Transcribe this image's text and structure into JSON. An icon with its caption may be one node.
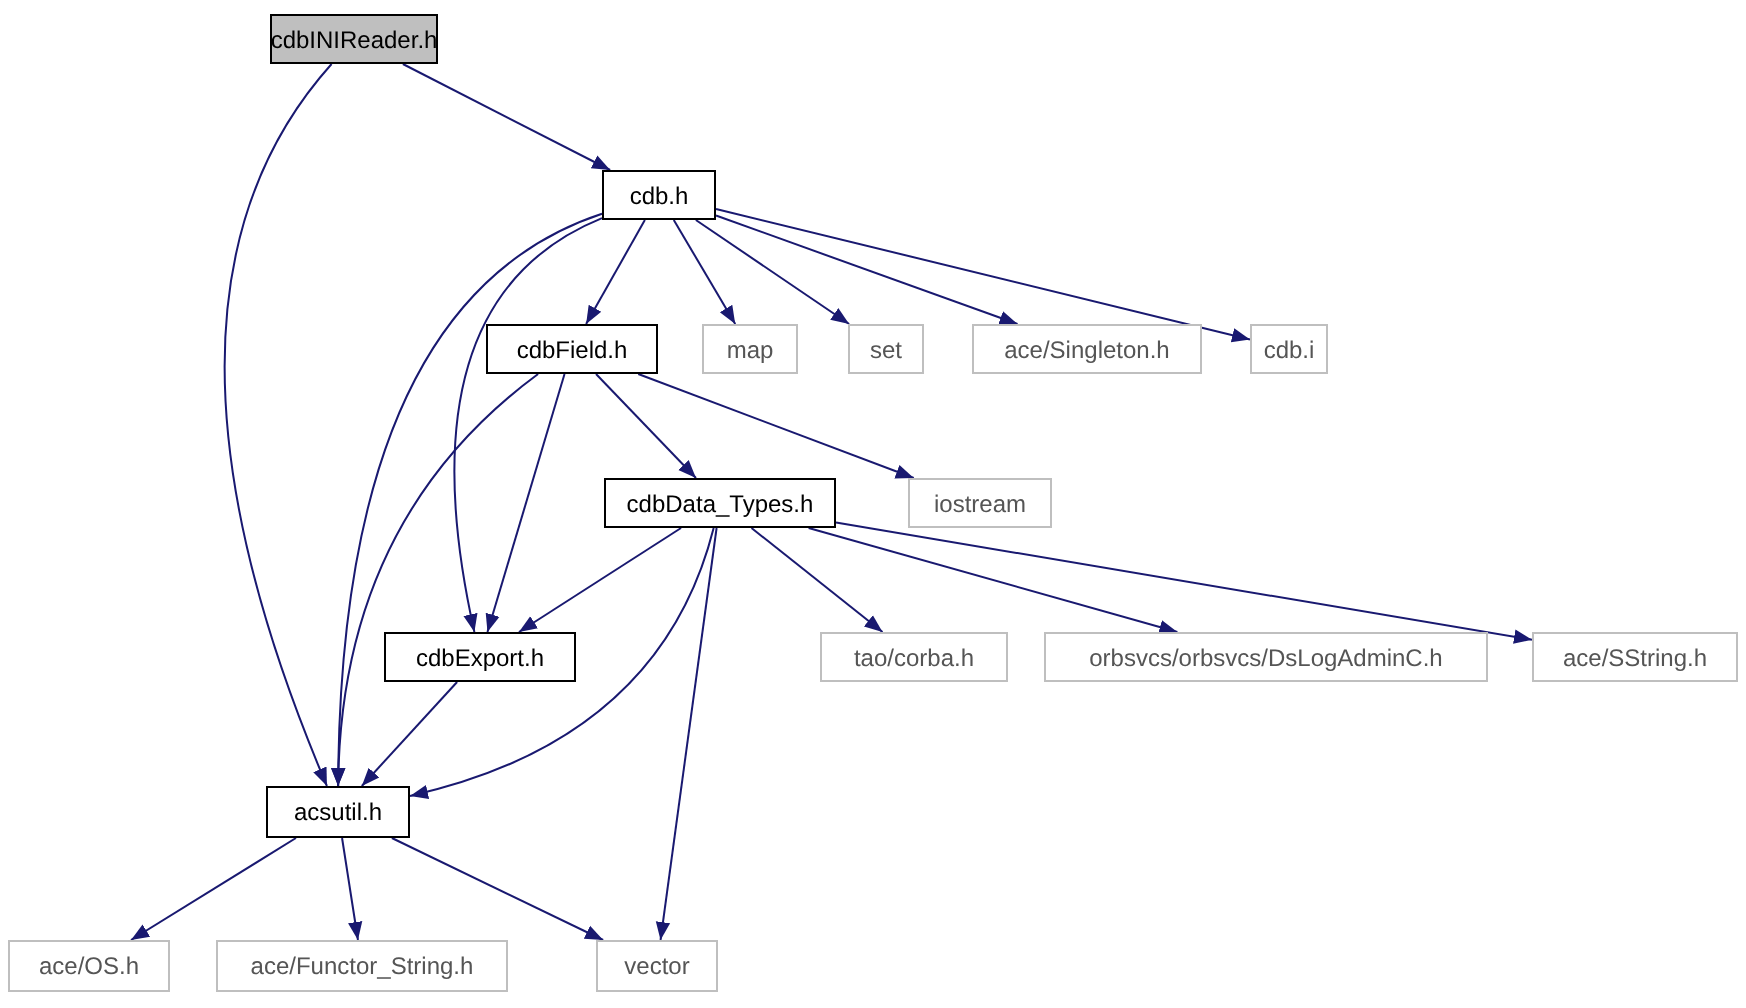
{
  "diagram": {
    "nodes": [
      {
        "text": [
          "cdbINIReader.h"
        ]
      },
      {
        "text": [
          "cdb.h"
        ]
      },
      {
        "text": [
          "cdbField.h"
        ]
      },
      {
        "text": [
          "map"
        ]
      },
      {
        "text": [
          "set"
        ]
      },
      {
        "text": [
          "ace/Singleton.h"
        ]
      },
      {
        "text": [
          "cdb.i"
        ]
      },
      {
        "text": [
          "iostream"
        ]
      },
      {
        "text": [
          "cdbData_Types.h"
        ]
      },
      {
        "text": [
          "cdbExport.h"
        ]
      },
      {
        "text": [
          "tao/corba.h"
        ]
      },
      {
        "text": [
          "orbsvcs/orbsvcs/DsLogAdminC.h"
        ]
      },
      {
        "text": [
          "ace/SString.h"
        ]
      },
      {
        "text": [
          "acsutil.h"
        ]
      },
      {
        "text": [
          "ace/OS.h"
        ]
      },
      {
        "text": [
          "ace/Functor_String.h"
        ]
      },
      {
        "text": [
          "vector"
        ]
      }
    ],
    "edges": [
      {
        "from": 0,
        "to": 1,
        "arrow": "to"
      },
      {
        "from": 0,
        "to": 13,
        "arrow": "to"
      },
      {
        "from": 1,
        "to": 2,
        "arrow": "to"
      },
      {
        "from": 1,
        "to": 3,
        "arrow": "to"
      },
      {
        "from": 1,
        "to": 4,
        "arrow": "to"
      },
      {
        "from": 1,
        "to": 5,
        "arrow": "to"
      },
      {
        "from": 1,
        "to": 6,
        "arrow": "to"
      },
      {
        "from": 1,
        "to": 9,
        "arrow": "to"
      },
      {
        "from": 1,
        "to": 13,
        "arrow": "to"
      },
      {
        "from": 2,
        "to": 7,
        "arrow": "to"
      },
      {
        "from": 2,
        "to": 8,
        "arrow": "to"
      },
      {
        "from": 2,
        "to": 9,
        "arrow": "to"
      },
      {
        "from": 2,
        "to": 13,
        "arrow": "to"
      },
      {
        "from": 8,
        "to": 9,
        "arrow": "to"
      },
      {
        "from": 8,
        "to": 10,
        "arrow": "to"
      },
      {
        "from": 8,
        "to": 11,
        "arrow": "to"
      },
      {
        "from": 8,
        "to": 12,
        "arrow": "to"
      },
      {
        "from": 8,
        "to": 13,
        "arrow": "to"
      },
      {
        "from": 8,
        "to": 16,
        "arrow": "to"
      },
      {
        "from": 9,
        "to": 13,
        "arrow": "to"
      },
      {
        "from": 13,
        "to": 14,
        "arrow": "to"
      },
      {
        "from": 13,
        "to": 15,
        "arrow": "to"
      },
      {
        "from": 13,
        "to": 16,
        "arrow": "to"
      }
    ]
  }
}
